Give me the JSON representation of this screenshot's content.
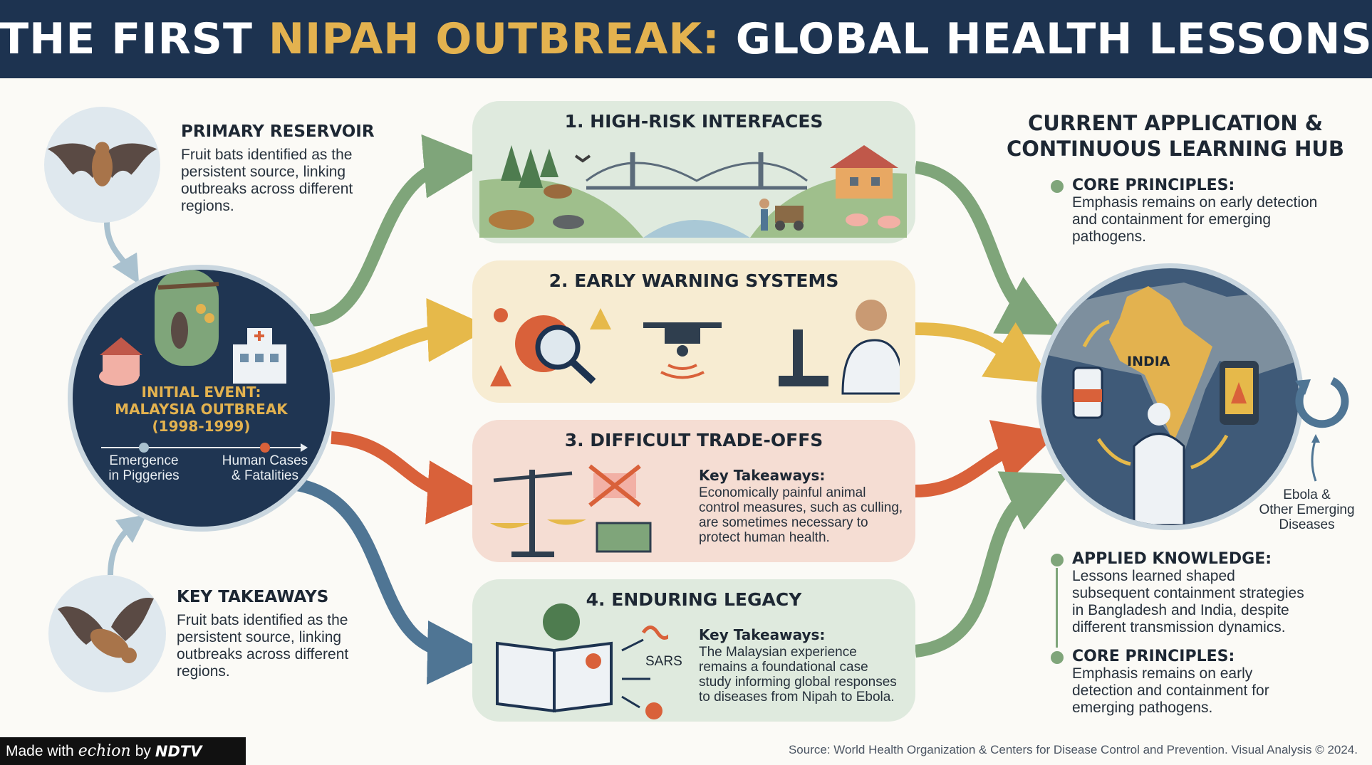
{
  "title": {
    "prefix": "THE FIRST ",
    "highlight": "NIPAH OUTBREAK:",
    "suffix": " GLOBAL HEALTH LESSONS"
  },
  "left": {
    "reservoir": {
      "title": "PRIMARY RESERVOIR",
      "text_lines": [
        "Fruit bats identified as the",
        "persistent source, linking",
        "outbreaks across different",
        "regions."
      ]
    },
    "takeaways": {
      "title": "KEY TAKEAWAYS",
      "text_lines": [
        "Fruit bats identified as the",
        "persistent source, linking",
        "outbreaks across different",
        "regions."
      ]
    }
  },
  "hub": {
    "title_lines": [
      "INITIAL EVENT:",
      "MALAYSIA OUTBREAK",
      "(1998-1999)"
    ],
    "left_label_lines": [
      "Emergence",
      "in Piggeries"
    ],
    "right_label_lines": [
      "Human Cases",
      "& Fatalities"
    ]
  },
  "panels": [
    {
      "title": "1. HIGH-RISK INTERFACES",
      "bg": "#dfeade"
    },
    {
      "title": "2. EARLY WARNING SYSTEMS",
      "bg": "#f7ecd2"
    },
    {
      "title": "3. DIFFICULT TRADE-OFFS",
      "bg": "#f5ddd3",
      "kt_head": "Key Takeaways:",
      "kt_lines": [
        "Economically painful animal",
        "control measures, such as culling,",
        "are sometimes necessary to",
        "protect human health."
      ]
    },
    {
      "title": "4. ENDURING LEGACY",
      "bg": "#dfeade",
      "kt_head": "Key Takeaways:",
      "kt_lines": [
        "The Malaysian experience",
        "remains a foundational case",
        "study informing global responses",
        "to diseases from Nipah to Ebola."
      ],
      "sars_label": "SARS"
    }
  ],
  "right": {
    "heading_lines": [
      "CURRENT APPLICATION &",
      "CONTINUOUS LEARNING HUB"
    ],
    "core1": {
      "title": "CORE PRINCIPLES:",
      "text_lines": [
        "Emphasis remains on early detection",
        "and containment for emerging",
        "pathogens."
      ]
    },
    "globe_label": "INDIA",
    "ebola_lines": [
      "Ebola &",
      "Other Emerging",
      "Diseases"
    ],
    "applied": {
      "title": "APPLIED KNOWLEDGE:",
      "text_lines": [
        "Lessons learned shaped",
        "subsequent containment strategies",
        "in Bangladesh and India, despite",
        "different transmission dynamics."
      ]
    },
    "core2": {
      "title": "CORE PRINCIPLES:",
      "text_lines": [
        "Emphasis remains on early",
        "detection and containment for",
        "emerging pathogens."
      ]
    }
  },
  "colors": {
    "navy": "#1d3350",
    "gold": "#e3b24f",
    "green": "#7fa57a",
    "yellow": "#e6b94a",
    "orange": "#d9613a",
    "blue": "#4f7594"
  },
  "watermark": {
    "made_with": "Made with",
    "brand": "echion",
    "by": "by",
    "ndtv": "NDTV"
  },
  "source": "Source: World Health Organization & Centers for Disease Control and Prevention. Visual Analysis © 2024."
}
